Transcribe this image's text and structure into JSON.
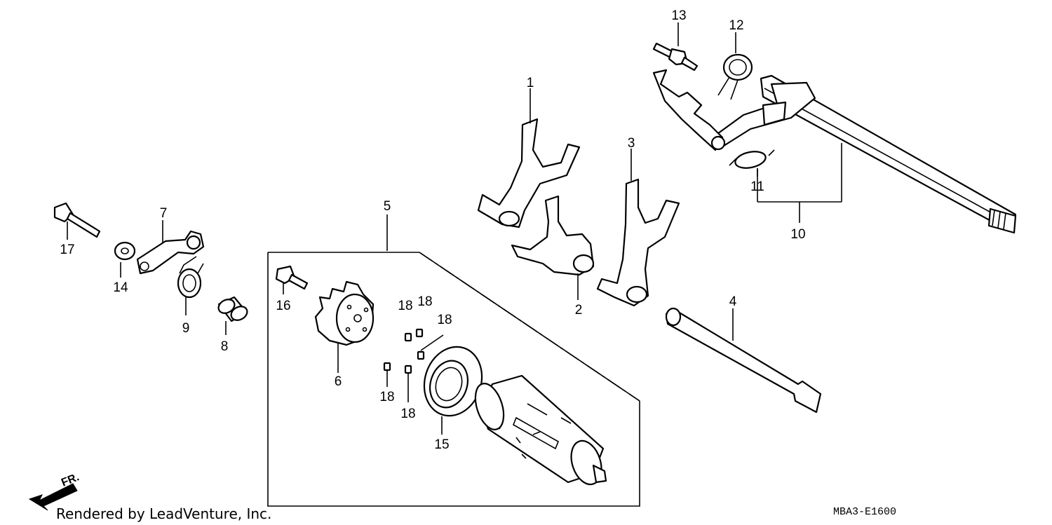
{
  "labels": {
    "p1": "1",
    "p2": "2",
    "p3": "3",
    "p4": "4",
    "p5": "5",
    "p6": "6",
    "p7": "7",
    "p8": "8",
    "p9": "9",
    "p10": "10",
    "p11": "11",
    "p12": "12",
    "p13": "13",
    "p14": "14",
    "p15": "15",
    "p16": "16",
    "p17": "17",
    "p18a": "18",
    "p18b": "18",
    "p18c": "18",
    "p18d": "18",
    "p18e": "18"
  },
  "footer": {
    "credit": "Rendered by LeadVenture, Inc.",
    "code": "MBA3-E1600"
  },
  "orientation": {
    "front_label": "FR."
  }
}
